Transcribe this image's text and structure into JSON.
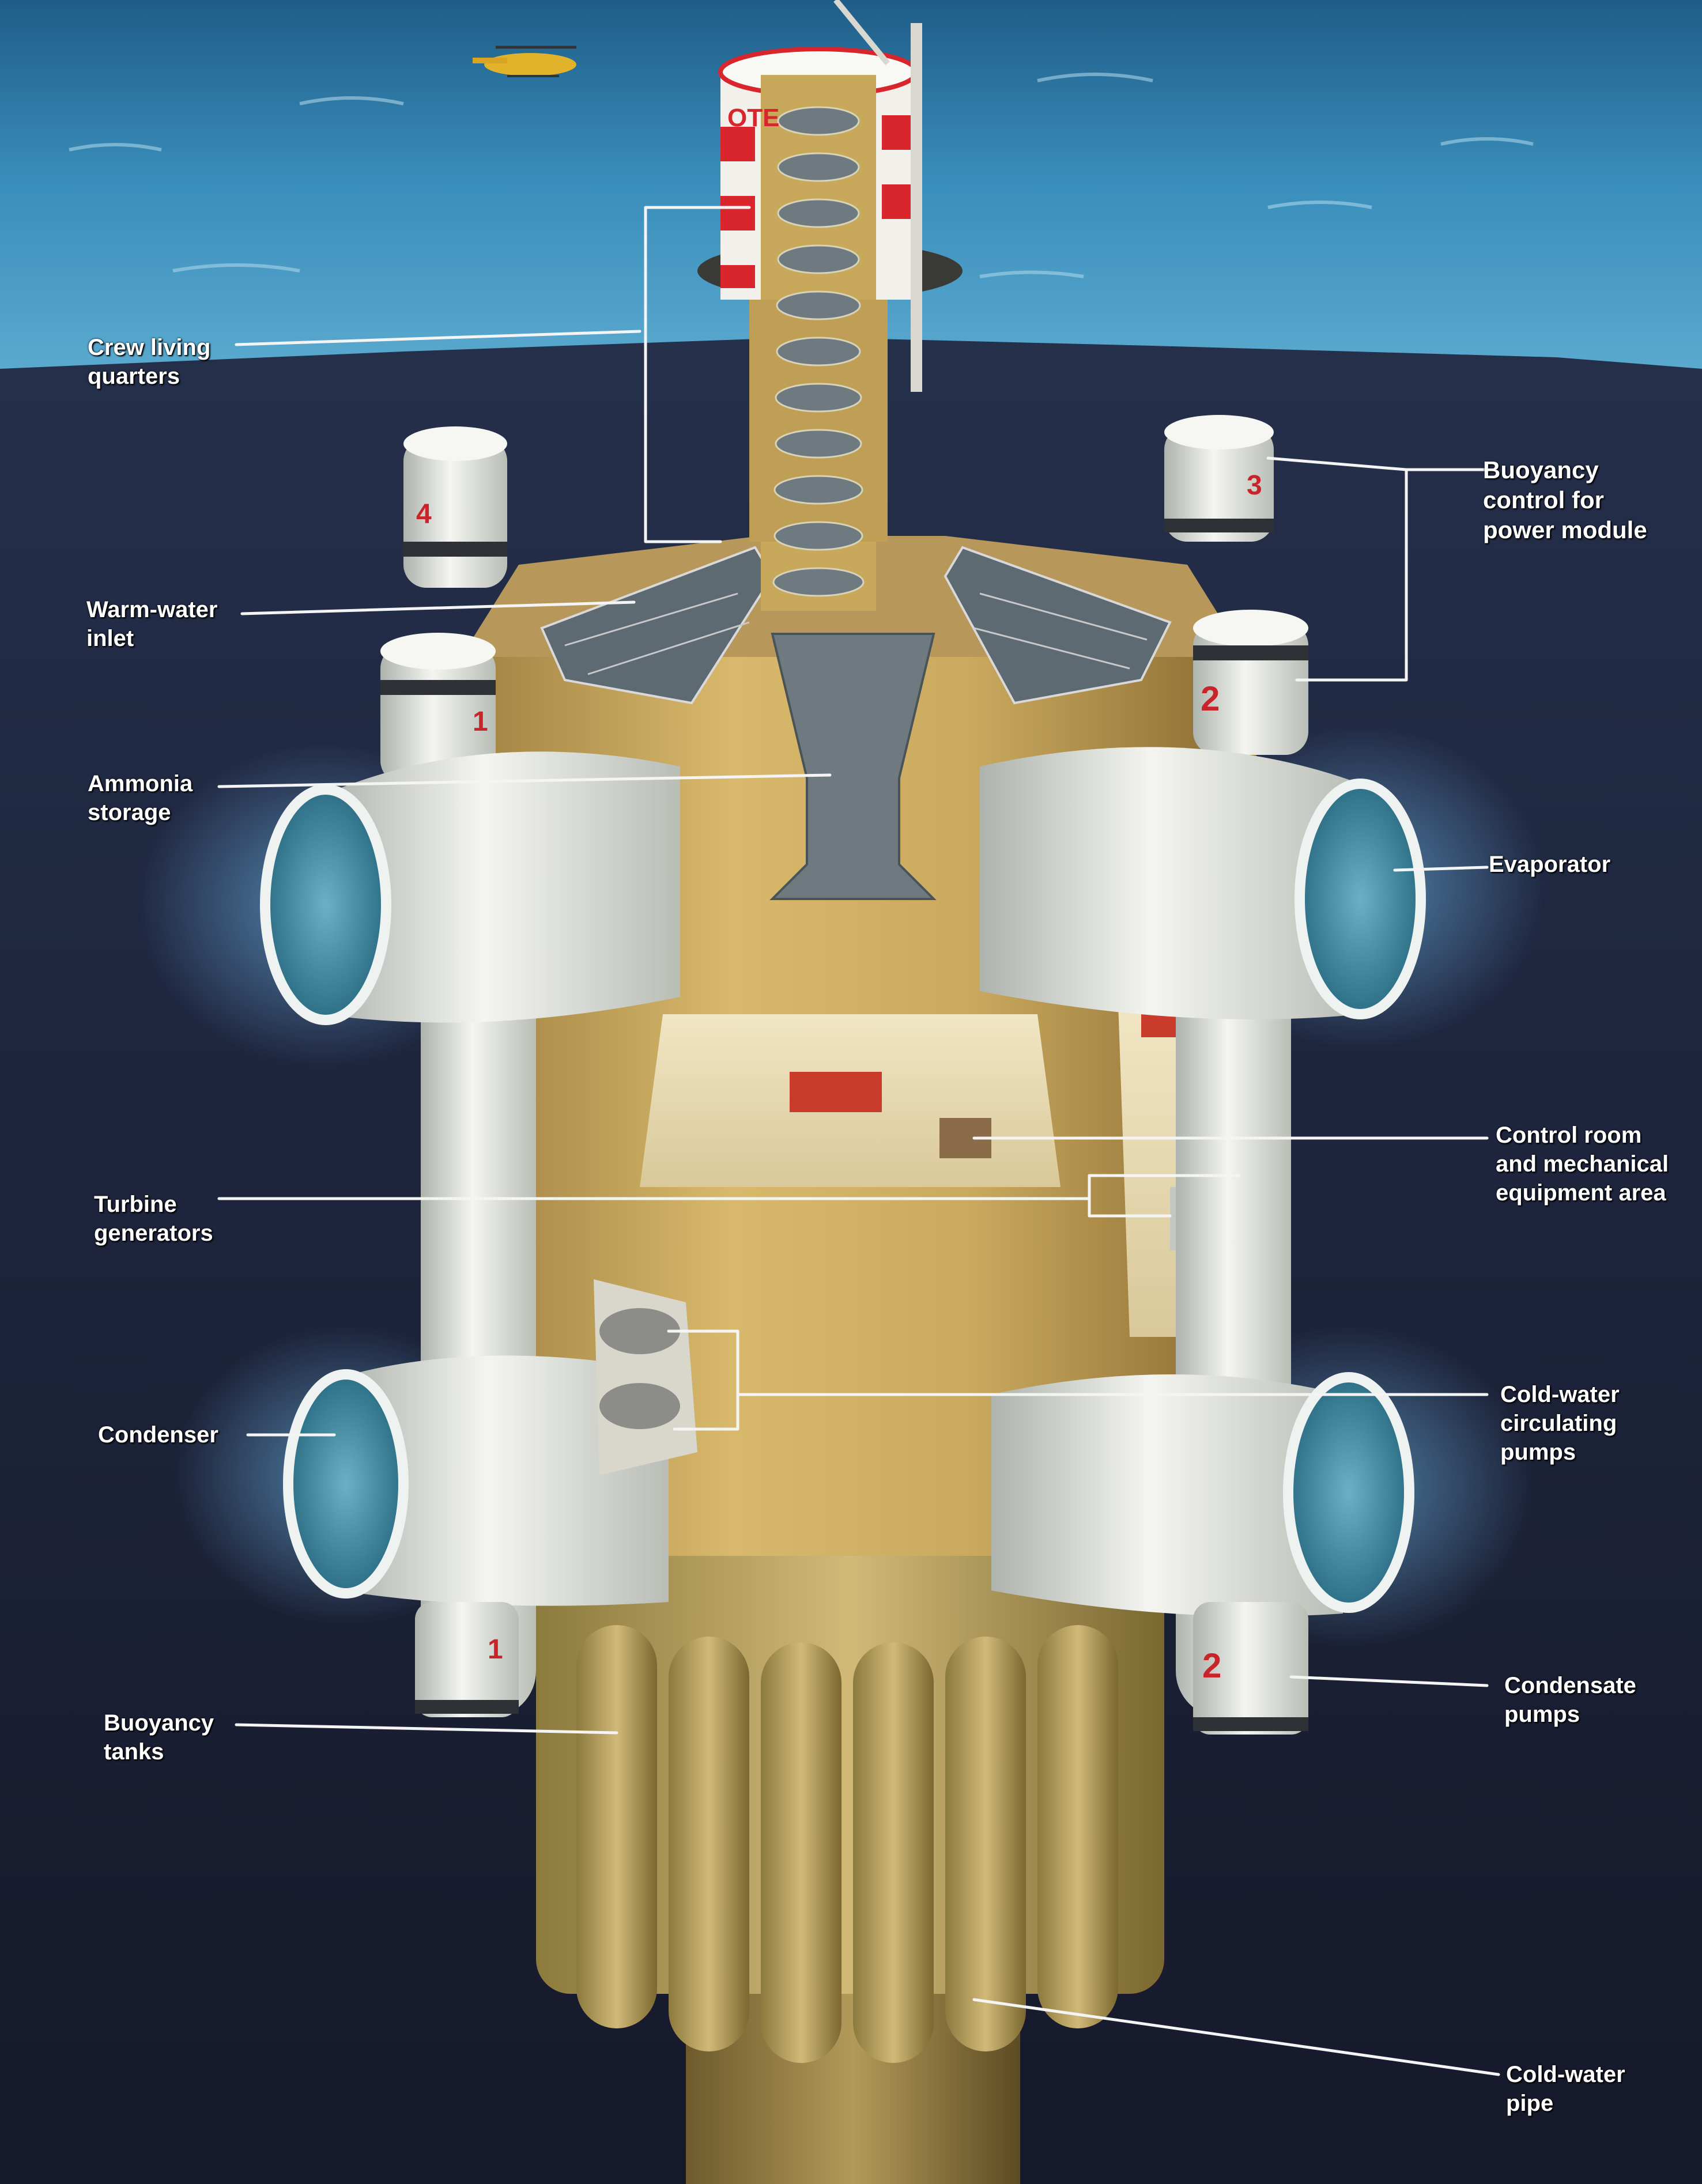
{
  "labels": {
    "crew_living_quarters": [
      "Crew living",
      "quarters"
    ],
    "warm_water_inlet": [
      "Warm-water",
      "inlet"
    ],
    "ammonia_storage": [
      "Ammonia",
      "storage"
    ],
    "turbine_generators": [
      "Turbine",
      "generators"
    ],
    "condenser": [
      "Condenser"
    ],
    "buoyancy_tanks": [
      "Buoyancy",
      "tanks"
    ],
    "buoyancy_control": [
      "Buoyancy",
      "control for",
      "power module"
    ],
    "evaporator": [
      "Evaporator"
    ],
    "control_room": [
      "Control room",
      "and mechanical",
      "equipment area"
    ],
    "cold_water_pumps": [
      "Cold-water",
      "circulating",
      "pumps"
    ],
    "condensate_pumps": [
      "Condensate",
      "pumps"
    ],
    "cold_water_pipe": [
      "Cold-water",
      "pipe"
    ]
  },
  "tower_lettering": "OTE",
  "module_numbers": [
    "4",
    "1",
    "3",
    "2",
    "1",
    "2"
  ],
  "colors": {
    "sea_surface": "#2f7fae",
    "deep_water": "#1b2236",
    "module_tan": "#c9a95e",
    "pipe_white": "#e9eae5",
    "screen_blue": "#3e8fa6",
    "marking_red": "#d8262c",
    "leader_white": "#f4f4f4"
  }
}
